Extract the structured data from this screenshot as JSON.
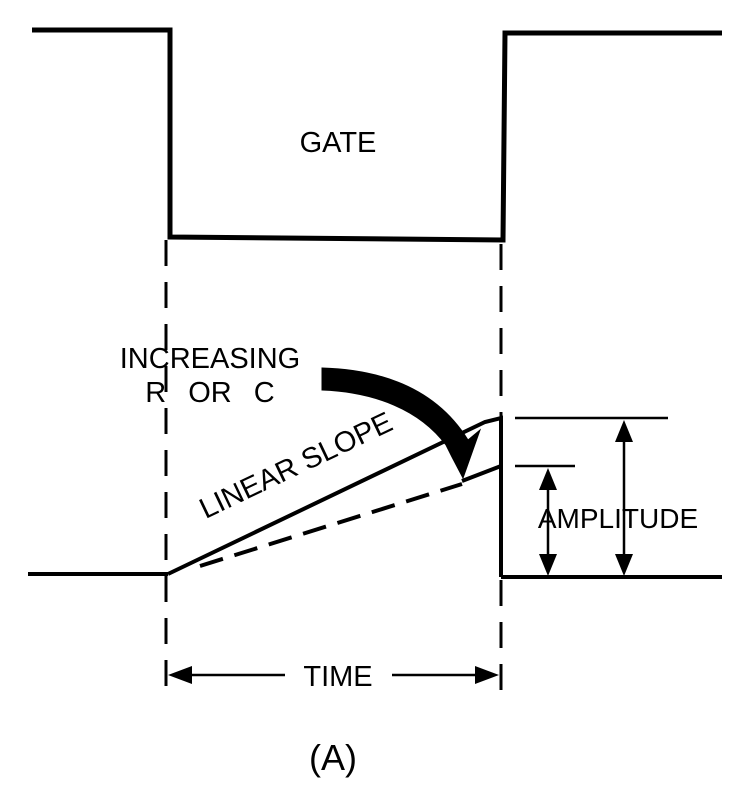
{
  "labels": {
    "gate": "GATE",
    "increasing_line1": "INCREASING",
    "increasing_line2": "R OR C",
    "linear_slope": "LINEAR SLOPE",
    "amplitude": "AMPLITUDE",
    "time": "TIME",
    "caption": "(A)"
  },
  "colors": {
    "ink": "#000000",
    "background": "#ffffff"
  }
}
